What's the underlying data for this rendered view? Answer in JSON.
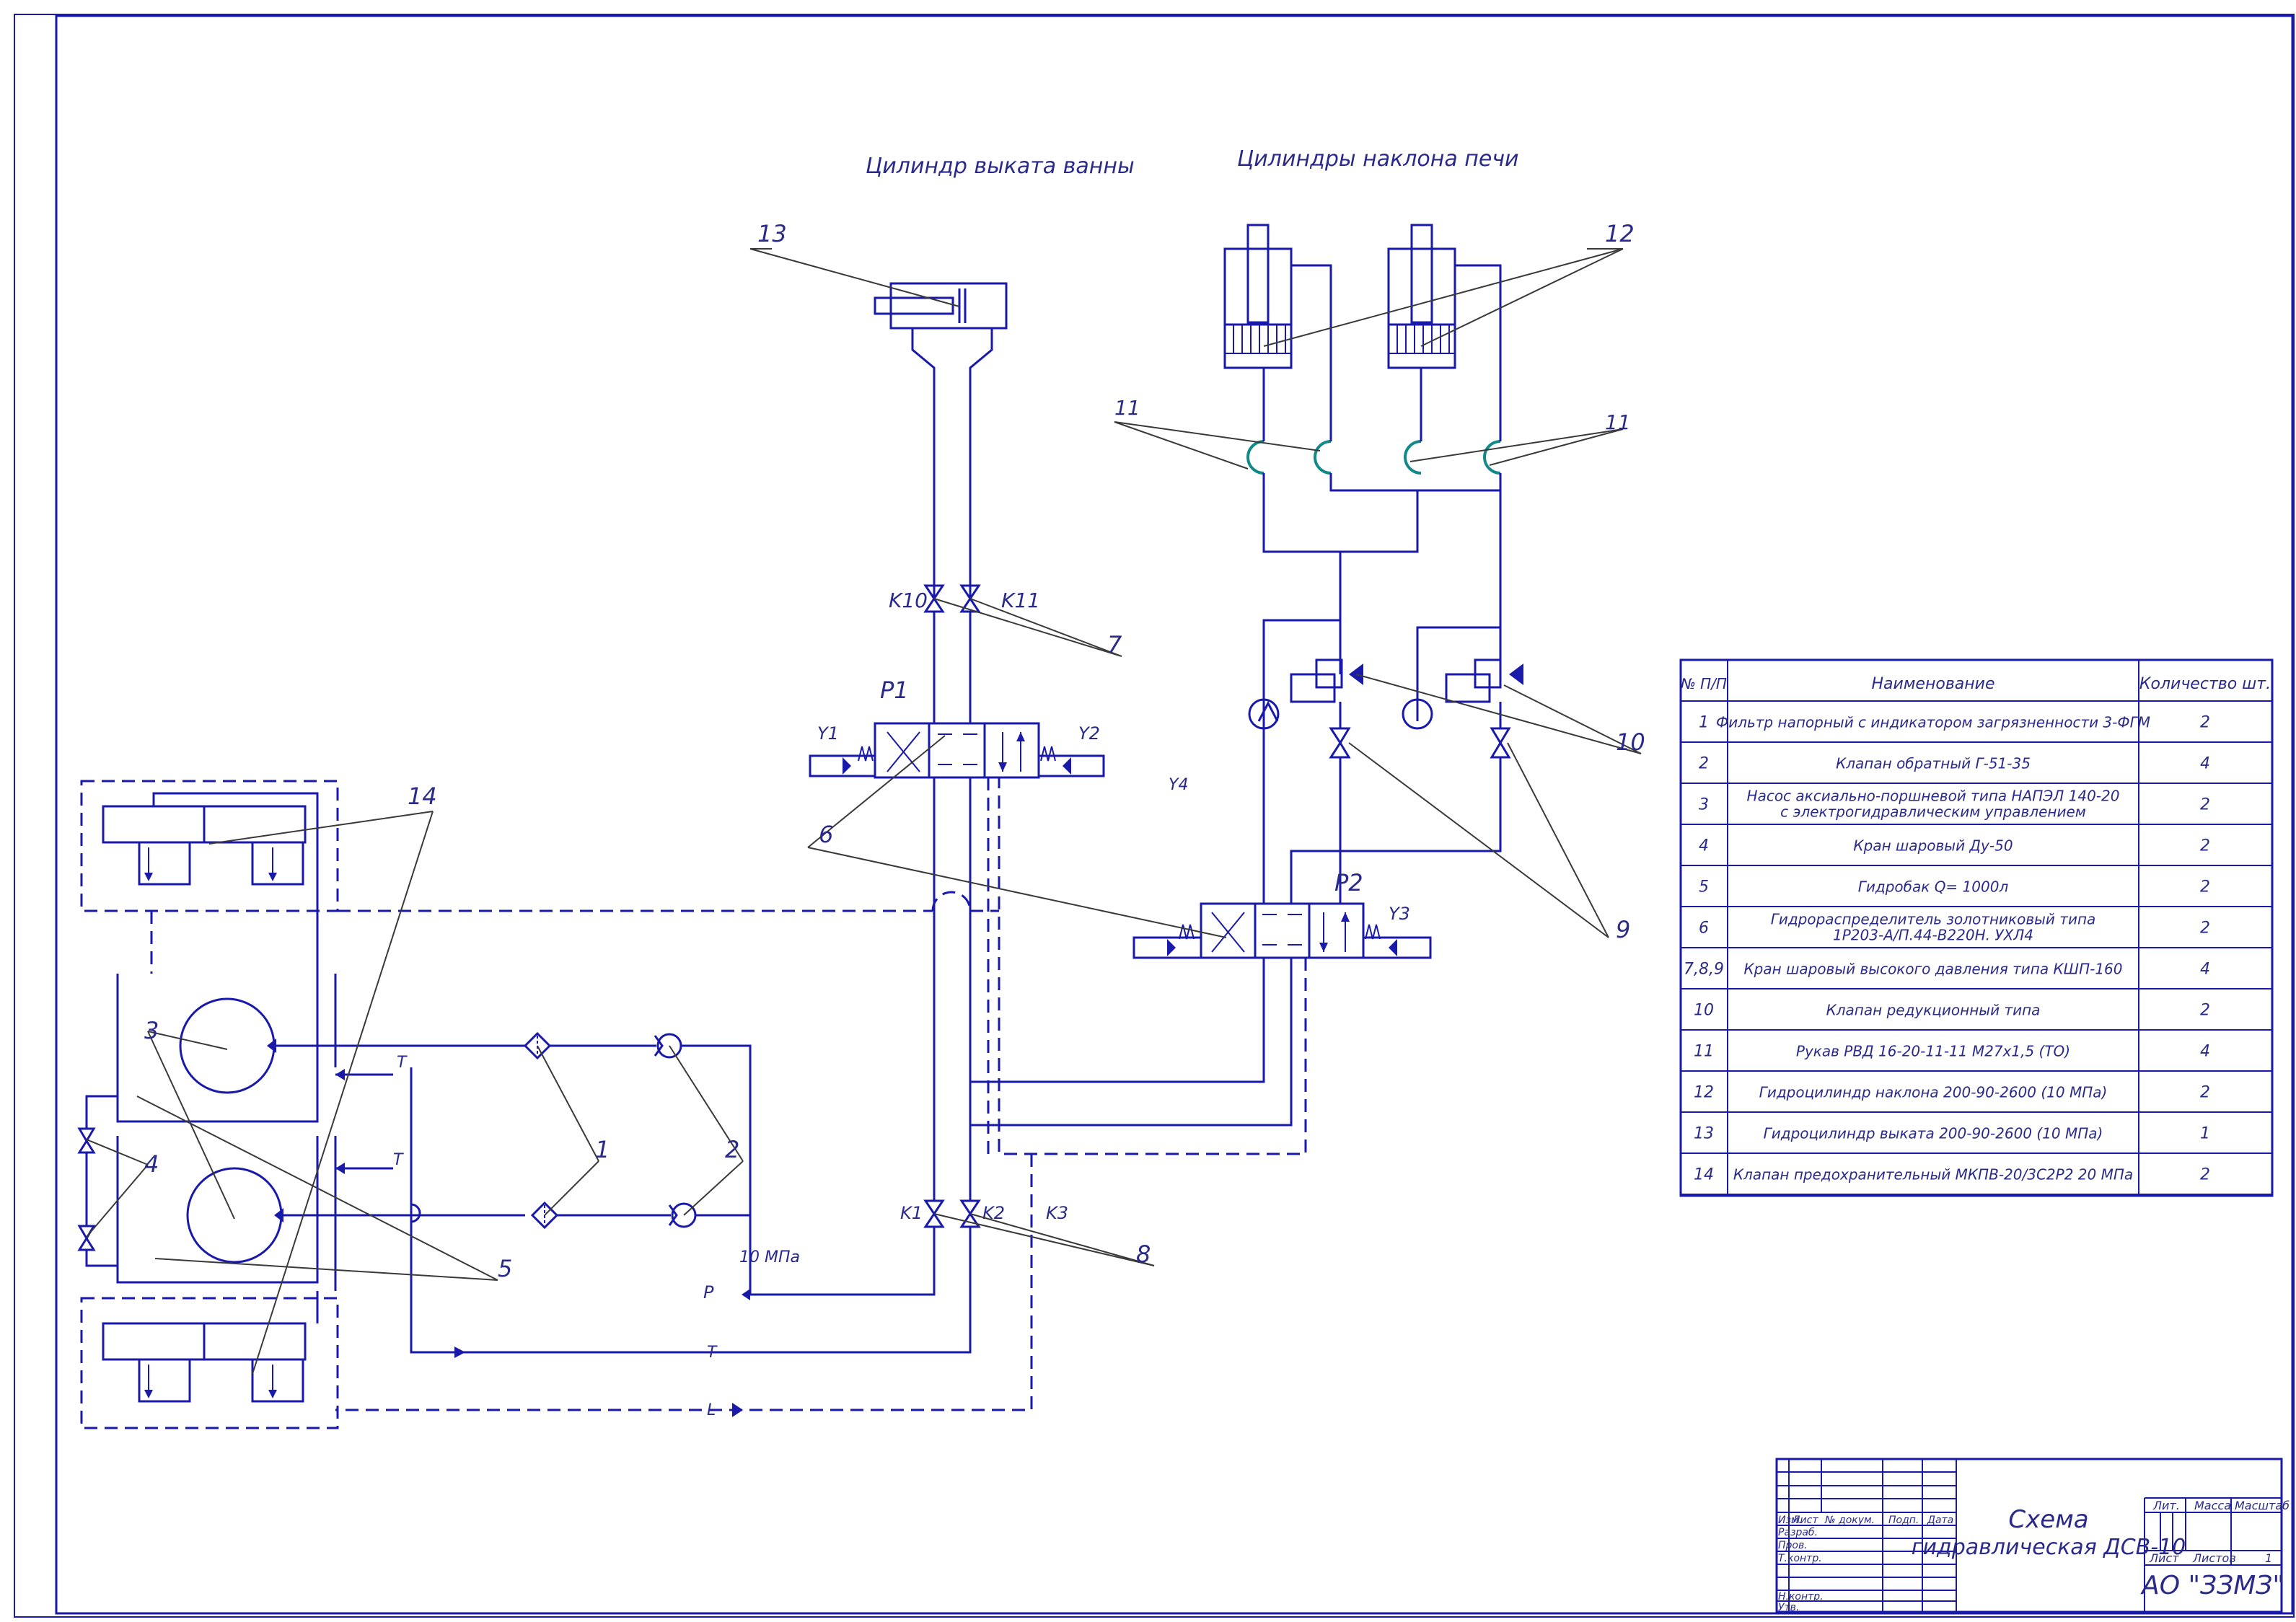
{
  "titles": {
    "cyl_roll": "Цилиндр выката ванны",
    "cyl_tilt": "Цилиндры наклона печи"
  },
  "labels": {
    "P1": "P1",
    "P2": "P2",
    "Y1": "Y1",
    "Y2": "Y2",
    "Y3": "Y3",
    "Y4": "Y4",
    "K1": "K1",
    "K2": "K2",
    "K3": "K3",
    "K10": "K10",
    "K11": "K11",
    "P": "P",
    "T": "T",
    "L": "L",
    "pressure": "10 МПа"
  },
  "callouts": {
    "n1": "1",
    "n2": "2",
    "n3": "3",
    "n4": "4",
    "n5": "5",
    "n6": "6",
    "n7": "7",
    "n8": "8",
    "n9": "9",
    "n10": "10",
    "n11": "11",
    "n12": "12",
    "n13": "13",
    "n14": "14"
  },
  "spec_table": {
    "headers": [
      "№ П/П",
      "Наименование",
      "Количество шт."
    ],
    "rows": [
      {
        "no": "1",
        "name": "Фильтр напорный с индикатором загрязненности 3-ФГМ",
        "name2": "",
        "qty": "2"
      },
      {
        "no": "2",
        "name": "Клапан обратный Г-51-35",
        "name2": "",
        "qty": "4"
      },
      {
        "no": "3",
        "name": "Насос аксиально-поршневой типа НАПЭЛ 140-20",
        "name2": "с электрогидравлическим управлением",
        "qty": "2"
      },
      {
        "no": "4",
        "name": "Кран шаровый Ду-50",
        "name2": "",
        "qty": "2"
      },
      {
        "no": "5",
        "name": "Гидробак Q= 1000л",
        "name2": "",
        "qty": "2"
      },
      {
        "no": "6",
        "name": "Гидрораспределитель золотниковый типа",
        "name2": "1Р203-А/П.44-В220Н. УХЛ4",
        "qty": "2"
      },
      {
        "no": "7,8,9",
        "name": "Кран шаровый высокого давления типа КШП-160",
        "name2": "",
        "qty": "4"
      },
      {
        "no": "10",
        "name": "Клапан редукционный типа",
        "name2": "",
        "qty": "2"
      },
      {
        "no": "11",
        "name": "Рукав РВД 16-20-11-11 М27х1,5 (ТО)",
        "name2": "",
        "qty": "4"
      },
      {
        "no": "12",
        "name": "Гидроцилиндр наклона 200-90-2600 (10 МПа)",
        "name2": "",
        "qty": "2"
      },
      {
        "no": "13",
        "name": "Гидроцилиндр выката 200-90-2600 (10 МПа)",
        "name2": "",
        "qty": "1"
      },
      {
        "no": "14",
        "name": "Клапан предохранительный МКПВ-20/3С2Р2 20 МПа",
        "name2": "",
        "qty": "2"
      }
    ]
  },
  "title_block": {
    "title_line1": "Схема",
    "title_line2": "гидравлическая ДСВ-10",
    "company": "АО \"ЗЗМЗ\"",
    "col_izm": "Изм.",
    "col_list": "Лист",
    "col_docnum": "№ докум.",
    "col_sign": "Подп.",
    "col_date": "Дата",
    "row_razrab": "Разраб.",
    "row_prov": "Пров.",
    "row_tkontr": "Т.контр.",
    "row_nkontr": "Н.контр.",
    "row_utv": "Утв.",
    "lit": "Лит.",
    "massa": "Масса",
    "masshtab": "Масштаб",
    "list": "Лист",
    "listov": "Листов",
    "listov_value": "1"
  }
}
